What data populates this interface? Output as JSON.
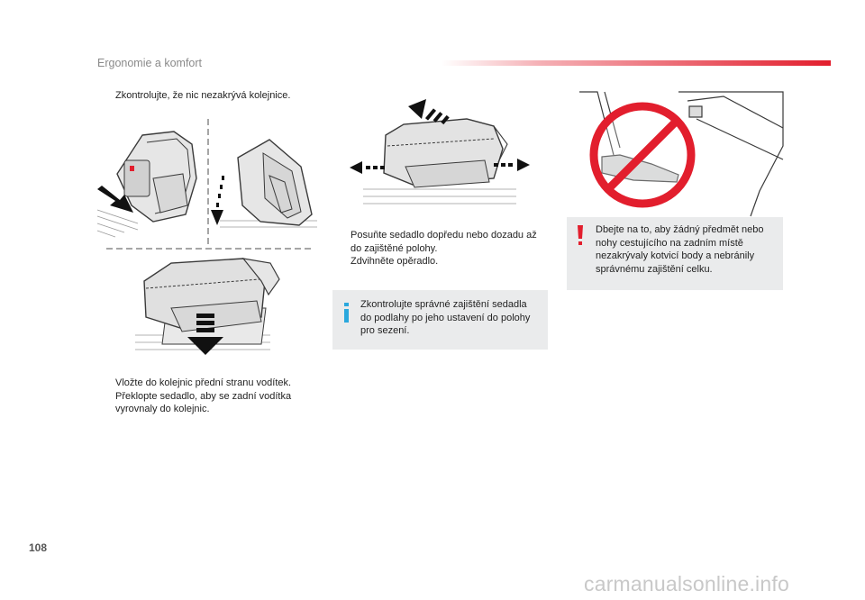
{
  "header": {
    "section_title": "Ergonomie a komfort",
    "accent_color": "#e21e2d"
  },
  "steps_top_left": [
    {
      "bullet": "",
      "text": "Zkontrolujte, že nic nezakrývá kolejnice."
    }
  ],
  "steps_bottom_left": [
    {
      "bullet": "",
      "lines": [
        "Vložte do kolejnic přední stranu vodítek."
      ]
    },
    {
      "bullet": "",
      "lines": [
        "Překlopte sedadlo, aby se zadní vodítka",
        "vyrovnaly do kolejnic."
      ]
    }
  ],
  "steps_middle": [
    {
      "bullet": "",
      "lines": [
        "Posuňte sedadlo dopředu nebo dozadu až",
        "do zajištěné polohy."
      ]
    },
    {
      "bullet": "",
      "lines": [
        "Zdvihněte opěradlo."
      ]
    }
  ],
  "info_box": {
    "icon": "info-icon",
    "icon_color": "#2aa8dd",
    "lines": [
      "Zkontrolujte správné zajištění sedadla",
      "do podlahy po jeho ustavení do polohy",
      "pro sezení."
    ]
  },
  "warning_box": {
    "icon": "exclamation-icon",
    "icon_color": "#e21e2d",
    "lines": [
      "Dbejte na to, aby žádný předmět nebo",
      "nohy cestujícího na zadním místě",
      "nezakrývaly kotvicí body a nebránily",
      "správnému zajištění celku."
    ]
  },
  "page_number": "108",
  "watermark": "carmanualsonline.info"
}
